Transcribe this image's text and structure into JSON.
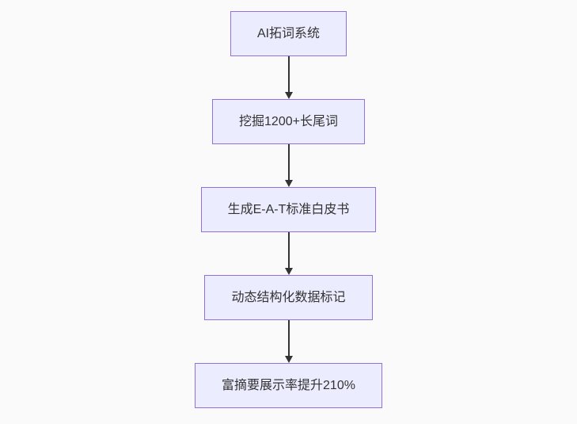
{
  "flowchart": {
    "type": "flowchart",
    "direction": "top-down",
    "colors": {
      "background": "#fafafa",
      "node_fill": "#ECECFF",
      "node_border": "#9370DB",
      "node_text": "#333333",
      "arrow": "#333333"
    },
    "nodes": [
      {
        "id": "step-1",
        "label": "AI拓词系统"
      },
      {
        "id": "step-2",
        "label": "挖掘1200+长尾词"
      },
      {
        "id": "step-3",
        "label": "生成E-A-T标准白皮书"
      },
      {
        "id": "step-4",
        "label": "动态结构化数据标记"
      },
      {
        "id": "step-5",
        "label": "富摘要展示率提升210%"
      }
    ],
    "edges": [
      {
        "from": "step-1",
        "to": "step-2"
      },
      {
        "from": "step-2",
        "to": "step-3"
      },
      {
        "from": "step-3",
        "to": "step-4"
      },
      {
        "from": "step-4",
        "to": "step-5"
      }
    ]
  }
}
